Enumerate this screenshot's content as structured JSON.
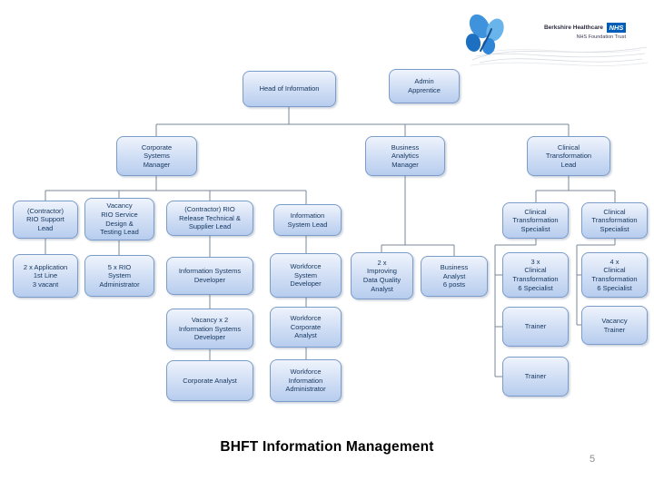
{
  "logo": {
    "org_name": "Berkshire Healthcare",
    "nhs_badge": "NHS",
    "subtitle": "NHS Foundation Trust"
  },
  "title": "BHFT Information Management",
  "page_number": "5",
  "colors": {
    "nhs_blue": "#005eb8",
    "box_fill_top": "#eff4fc",
    "box_fill_bottom": "#b7cdee",
    "box_border": "#7b9cc9",
    "box_text": "#14355e",
    "connector": "#7b8794",
    "butterfly_blue": "#3f93dd"
  },
  "org_chart": {
    "nodes": [
      {
        "id": "head-of-information",
        "label": "Head of Information"
      },
      {
        "id": "admin-apprentice",
        "label": "Admin\nApprentice"
      },
      {
        "id": "corporate-systems-manager",
        "label": "Corporate\nSystems\nManager"
      },
      {
        "id": "business-analytics-manager",
        "label": "Business\nAnalytics\nManager"
      },
      {
        "id": "clinical-transformation-lead",
        "label": "Clinical\nTransformation\nLead"
      },
      {
        "id": "contractor-rio-support-lead",
        "label": "(Contractor)\nRIO Support\nLead"
      },
      {
        "id": "vacancy-rio-service-design-testing-lead",
        "label": "Vacancy\nRIO Service\nDesign &\nTesting Lead"
      },
      {
        "id": "contractor-rio-release-technical-supplier-lead",
        "label": "(Contractor) RIO\nRelease Technical &\nSupplier Lead"
      },
      {
        "id": "information-system-lead",
        "label": "Information\nSystem Lead"
      },
      {
        "id": "application-first-line",
        "label": "2 x Application\n1st Line\n3 vacant"
      },
      {
        "id": "rio-system-administrator",
        "label": "5 x RIO\nSystem\nAdministrator"
      },
      {
        "id": "information-systems-developer",
        "label": "Information Systems\nDeveloper"
      },
      {
        "id": "workforce-system-developer",
        "label": "Workforce\nSystem\nDeveloper"
      },
      {
        "id": "improving-data-quality-analyst",
        "label": "2 x\nImproving\nData Quality\nAnalyst"
      },
      {
        "id": "business-analyst-6-posts",
        "label": "Business\nAnalyst\n6 posts"
      },
      {
        "id": "clinical-transformation-specialist-left",
        "label": "Clinical\nTransformation\nSpecialist"
      },
      {
        "id": "clinical-transformation-specialist-right",
        "label": "Clinical\nTransformation\nSpecialist"
      },
      {
        "id": "clinical-transformation-6-specialist-3x",
        "label": "3 x\nClinical\nTransformation\n6 Specialist"
      },
      {
        "id": "clinical-transformation-6-specialist-4x",
        "label": "4 x\nClinical\nTransformation\n6 Specialist"
      },
      {
        "id": "vacancy-x2-information-systems-developer",
        "label": "Vacancy x 2\nInformation Systems\nDeveloper"
      },
      {
        "id": "workforce-corporate-analyst",
        "label": "Workforce\nCorporate\nAnalyst"
      },
      {
        "id": "corporate-analyst",
        "label": "Corporate Analyst"
      },
      {
        "id": "workforce-information-administrator",
        "label": "Workforce\nInformation\nAdministrator"
      },
      {
        "id": "trainer-1",
        "label": "Trainer"
      },
      {
        "id": "vacancy-trainer",
        "label": "Vacancy\nTrainer"
      },
      {
        "id": "trainer-2",
        "label": "Trainer"
      }
    ],
    "edges": [
      [
        "head-of-information",
        "corporate-systems-manager"
      ],
      [
        "head-of-information",
        "business-analytics-manager"
      ],
      [
        "head-of-information",
        "clinical-transformation-lead"
      ],
      [
        "corporate-systems-manager",
        "contractor-rio-support-lead"
      ],
      [
        "corporate-systems-manager",
        "vacancy-rio-service-design-testing-lead"
      ],
      [
        "corporate-systems-manager",
        "contractor-rio-release-technical-supplier-lead"
      ],
      [
        "corporate-systems-manager",
        "information-system-lead"
      ],
      [
        "contractor-rio-support-lead",
        "application-first-line"
      ],
      [
        "vacancy-rio-service-design-testing-lead",
        "rio-system-administrator"
      ],
      [
        "contractor-rio-release-technical-supplier-lead",
        "information-systems-developer"
      ],
      [
        "information-systems-developer",
        "vacancy-x2-information-systems-developer"
      ],
      [
        "vacancy-x2-information-systems-developer",
        "corporate-analyst"
      ],
      [
        "information-system-lead",
        "workforce-system-developer"
      ],
      [
        "workforce-system-developer",
        "workforce-corporate-analyst"
      ],
      [
        "workforce-corporate-analyst",
        "workforce-information-administrator"
      ],
      [
        "business-analytics-manager",
        "improving-data-quality-analyst"
      ],
      [
        "business-analytics-manager",
        "business-analyst-6-posts"
      ],
      [
        "clinical-transformation-lead",
        "clinical-transformation-specialist-left"
      ],
      [
        "clinical-transformation-lead",
        "clinical-transformation-specialist-right"
      ],
      [
        "clinical-transformation-specialist-left",
        "clinical-transformation-6-specialist-3x"
      ],
      [
        "clinical-transformation-specialist-left",
        "trainer-1"
      ],
      [
        "clinical-transformation-specialist-left",
        "trainer-2"
      ],
      [
        "clinical-transformation-specialist-right",
        "clinical-transformation-6-specialist-4x"
      ],
      [
        "clinical-transformation-specialist-right",
        "vacancy-trainer"
      ]
    ]
  }
}
